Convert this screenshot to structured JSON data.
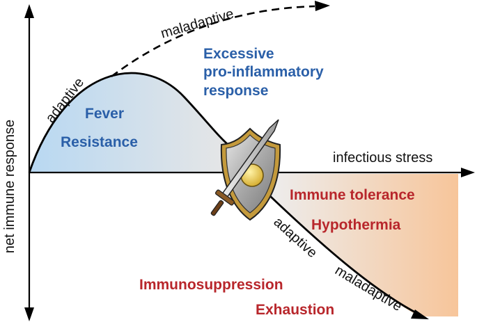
{
  "axes": {
    "y_label": "net immune response",
    "x_label": "infectious stress"
  },
  "upper": {
    "adaptive_label": "adaptive",
    "maladaptive_label": "maladaptive",
    "fever": "Fever",
    "resistance": "Resistance",
    "excessive_lines": [
      "Excessive",
      "pro-inflammatory",
      "response"
    ]
  },
  "lower": {
    "adaptive_label": "adaptive",
    "maladaptive_label": "maladaptive",
    "immune_tolerance": "Immune tolerance",
    "hypothermia": "Hypothermia",
    "immunosuppression": "Immunosuppression",
    "exhaustion": "Exhaustion"
  },
  "colors": {
    "upper_fill_left": "#b8d8f2",
    "upper_fill_right": "#e8e8e8",
    "lower_fill_left": "#eeeeee",
    "lower_fill_right": "#f7c79c",
    "blue_text": "#2a5fa8",
    "red_text": "#b8262b"
  },
  "icons": [
    "shield-icon",
    "sword-icon"
  ]
}
